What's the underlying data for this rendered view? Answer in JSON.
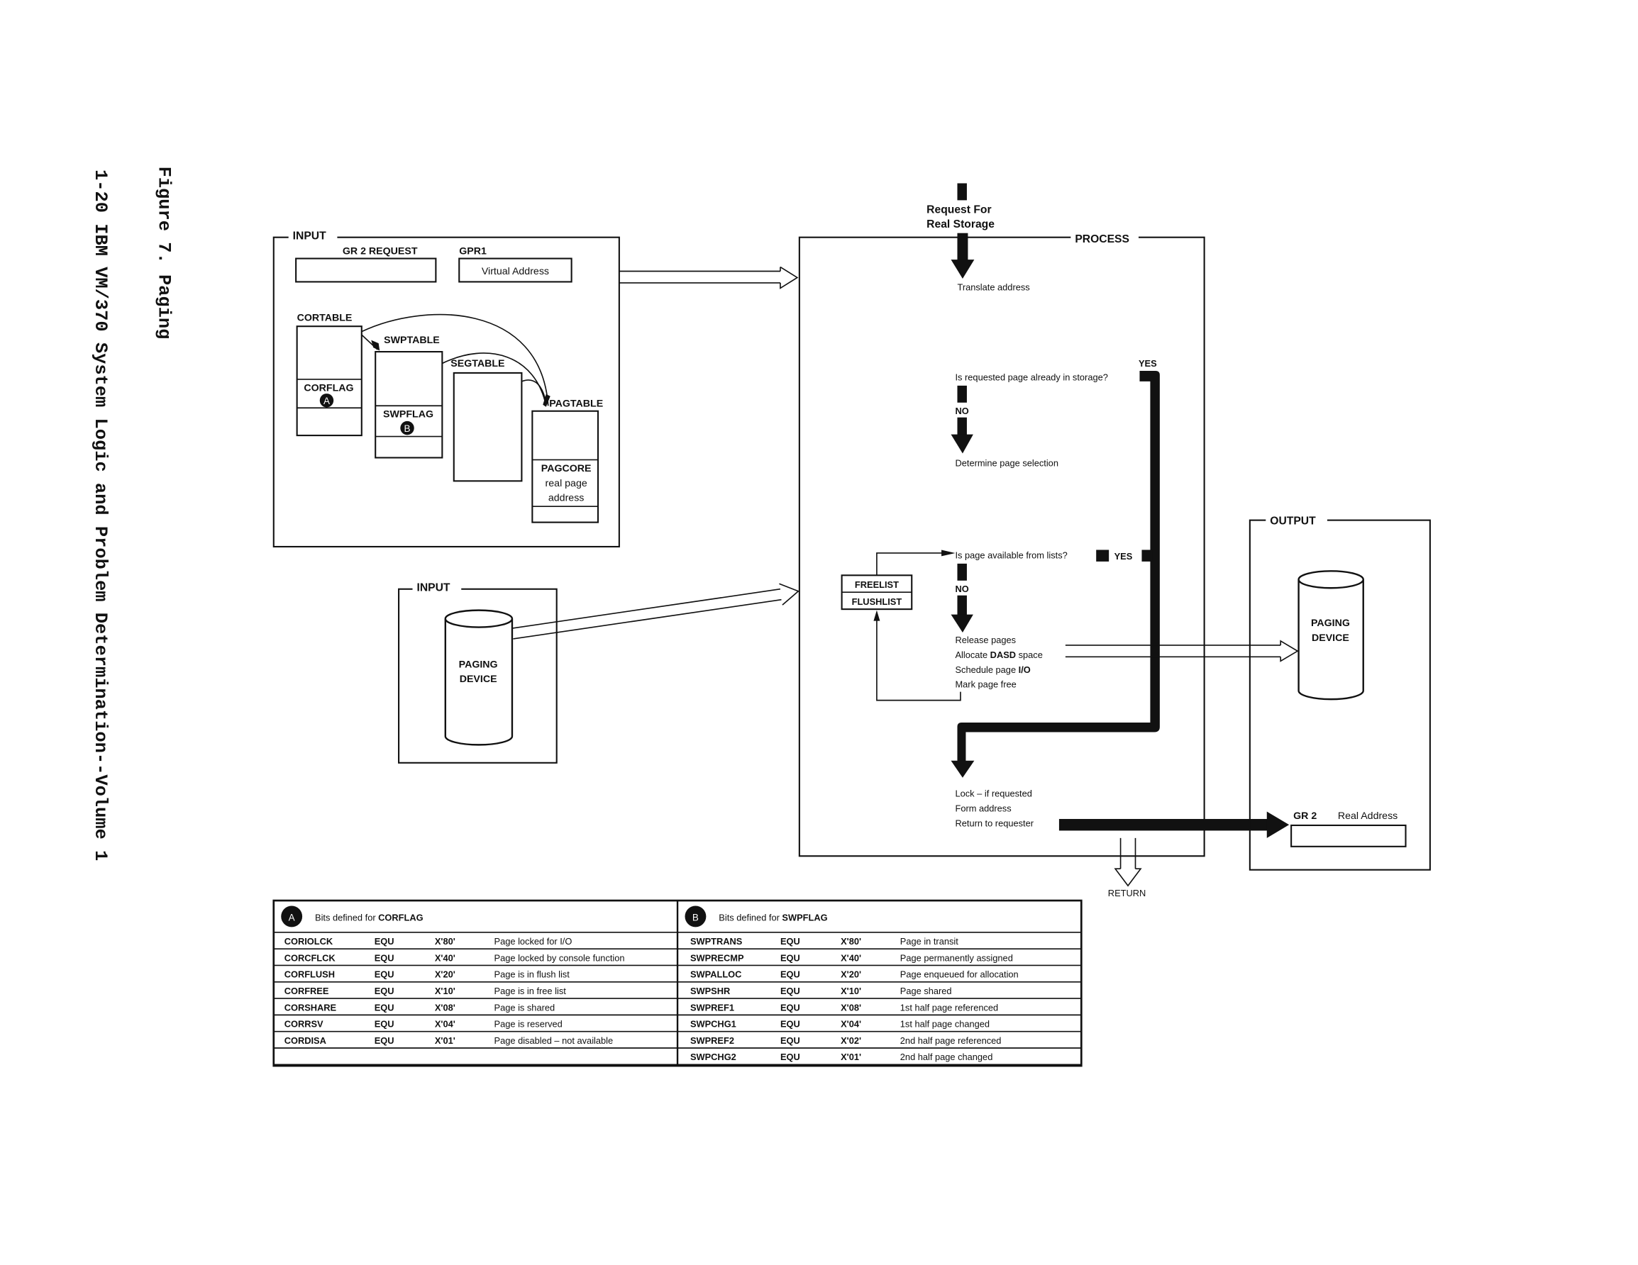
{
  "side": {
    "figure_caption": "Figure 7.  Paging",
    "running_footer": "1-20  IBM VM/370 System Logic and Problem Determination--Volume 1"
  },
  "input_main": {
    "title": "INPUT",
    "gr2_label": "GR 2   REQUEST",
    "gpr1_label": "GPR1",
    "gpr1_value": "Virtual Address",
    "cortable": "CORTABLE",
    "corflag": "CORFLAG",
    "marker_a": "A",
    "swptable": "SWPTABLE",
    "swpflag": "SWPFLAG",
    "marker_b": "B",
    "segtable": "SEGTABLE",
    "pagtable": "PAGTABLE",
    "pagcore": "PAGCORE",
    "pagcore_line1": "real page",
    "pagcore_line2": "address"
  },
  "input_device": {
    "title": "INPUT",
    "line1": "PAGING",
    "line2": "DEVICE"
  },
  "process": {
    "title": "PROCESS",
    "request_line1": "Request For",
    "request_line2": "Real Storage",
    "translate": "Translate address",
    "yes1": "YES",
    "question1": "Is requested page already in storage?",
    "no1": "NO",
    "determine": "Determine page selection",
    "question2": "Is page available from lists?",
    "yes2": "YES",
    "no2": "NO",
    "freelist": "FREELIST",
    "flushlist": "FLUSHLIST",
    "release": "Release pages",
    "allocate_pre": "Allocate ",
    "allocate_bold": "DASD",
    "allocate_post": " space",
    "schedule_pre": "Schedule page ",
    "schedule_bold": "I/O",
    "mark": "Mark page free",
    "lock": "Lock – if requested",
    "form": "Form address",
    "return_req": "Return to requester",
    "return_exit": "RETURN"
  },
  "output": {
    "title": "OUTPUT",
    "line1": "PAGING",
    "line2": "DEVICE",
    "gr2_label": "GR 2",
    "gr2_value": "Real Address"
  },
  "tables": {
    "corflag": {
      "marker": "A",
      "caption_pre": "Bits defined for ",
      "caption_bold": "CORFLAG",
      "rows": [
        [
          "CORIOLCK",
          "EQU",
          "X'80'",
          "Page locked for I/O"
        ],
        [
          "CORCFLCK",
          "EQU",
          "X'40'",
          "Page locked by console function"
        ],
        [
          "CORFLUSH",
          "EQU",
          "X'20'",
          "Page is in flush list"
        ],
        [
          "CORFREE",
          "EQU",
          "X'10'",
          "Page is in free list"
        ],
        [
          "CORSHARE",
          "EQU",
          "X'08'",
          "Page is shared"
        ],
        [
          "CORRSV",
          "EQU",
          "X'04'",
          "Page is reserved"
        ],
        [
          "CORDISA",
          "EQU",
          "X'01'",
          "Page disabled – not available"
        ]
      ]
    },
    "swpflag": {
      "marker": "B",
      "caption_pre": "Bits defined for ",
      "caption_bold": "SWPFLAG",
      "rows": [
        [
          "SWPTRANS",
          "EQU",
          "X'80'",
          "Page in transit"
        ],
        [
          "SWPRECMP",
          "EQU",
          "X'40'",
          "Page permanently assigned"
        ],
        [
          "SWPALLOC",
          "EQU",
          "X'20'",
          "Page enqueued for allocation"
        ],
        [
          "SWPSHR",
          "EQU",
          "X'10'",
          "Page shared"
        ],
        [
          "SWPREF1",
          "EQU",
          "X'08'",
          "1st half page referenced"
        ],
        [
          "SWPCHG1",
          "EQU",
          "X'04'",
          "1st half page changed"
        ],
        [
          "SWPREF2",
          "EQU",
          "X'02'",
          "2nd half page referenced"
        ],
        [
          "SWPCHG2",
          "EQU",
          "X'01'",
          "2nd half page changed"
        ]
      ]
    }
  }
}
